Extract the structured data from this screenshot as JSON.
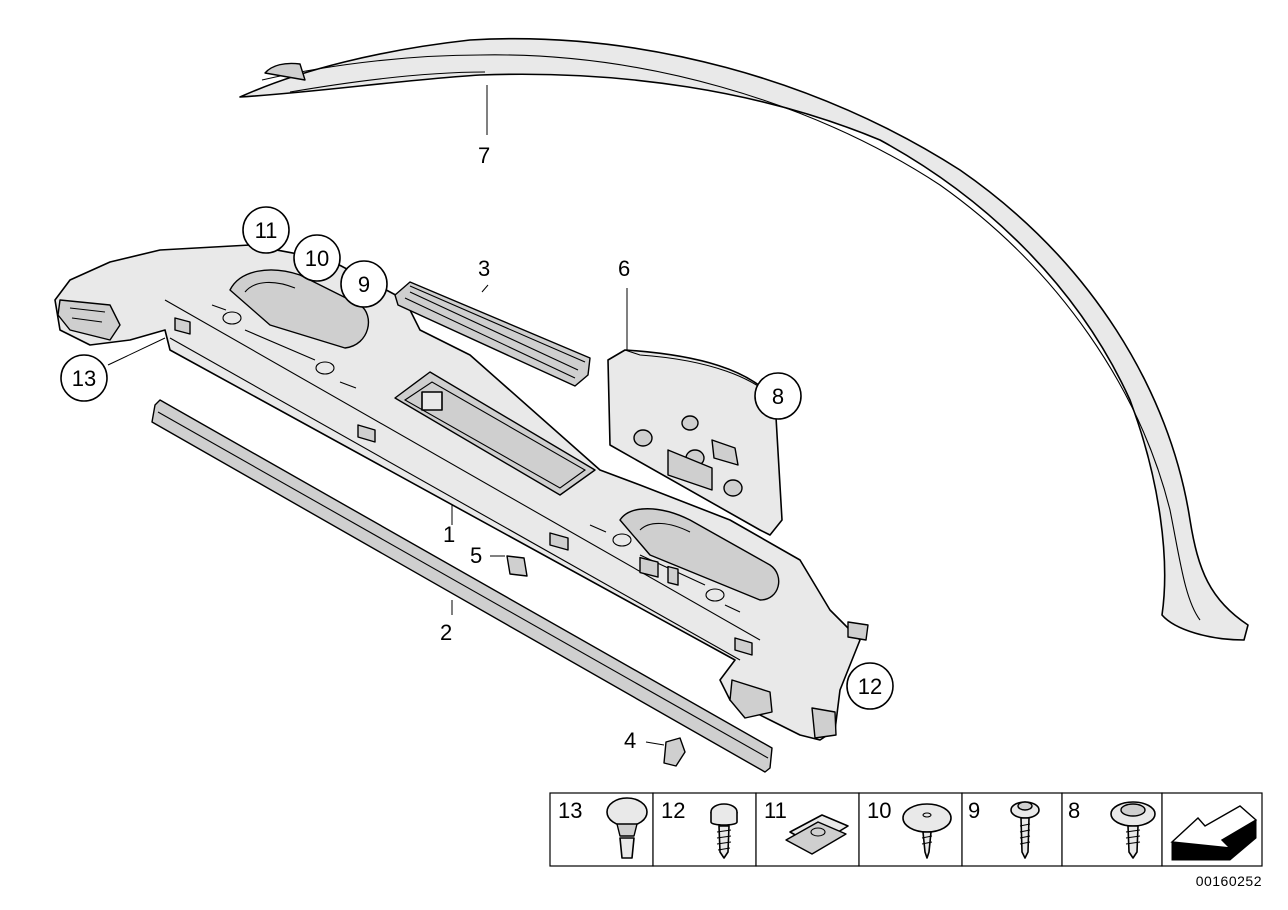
{
  "callouts": {
    "c1": "1",
    "c2": "2",
    "c3": "3",
    "c4": "4",
    "c5": "5",
    "c6": "6",
    "c7": "7",
    "c8": "8",
    "c9": "9",
    "c10": "10",
    "c11": "11",
    "c12": "12",
    "c13": "13"
  },
  "legend": {
    "cells": [
      {
        "number": "13",
        "icon": "push-rivet-icon"
      },
      {
        "number": "12",
        "icon": "torx-screw-icon"
      },
      {
        "number": "11",
        "icon": "clip-nut-icon"
      },
      {
        "number": "10",
        "icon": "washer-screw-icon"
      },
      {
        "number": "9",
        "icon": "collar-screw-icon"
      },
      {
        "number": "8",
        "icon": "flange-screw-icon"
      }
    ],
    "direction_icon": "front-direction-arrow-icon"
  },
  "catalog_number": "00160252"
}
